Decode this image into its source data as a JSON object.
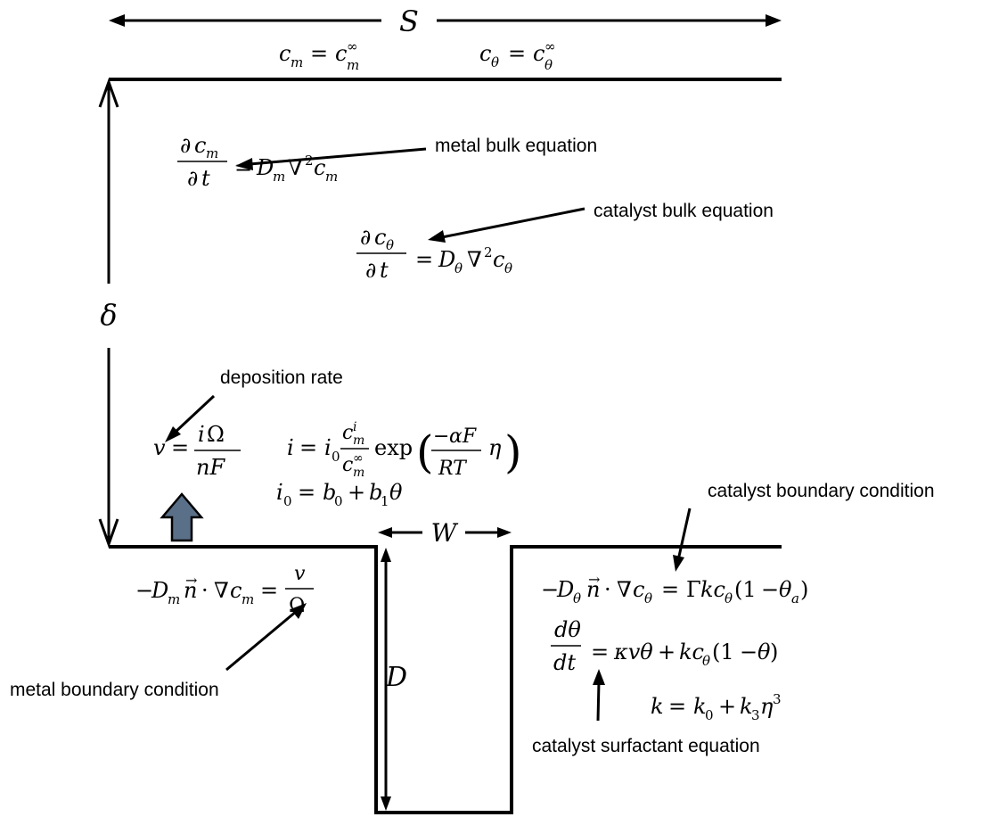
{
  "dimensions": {
    "S": "S",
    "delta": "δ",
    "W": "W",
    "D": "D"
  },
  "boundary_top": {
    "cm": "c_m = c_m^∞",
    "ctheta": "c_θ = c_θ^∞"
  },
  "labels": {
    "metal_bulk": "metal bulk equation",
    "catalyst_bulk": "catalyst bulk equation",
    "deposition_rate": "deposition rate",
    "catalyst_boundary": "catalyst boundary condition",
    "metal_boundary": "metal boundary condition",
    "catalyst_surfactant": "catalyst surfactant equation"
  },
  "equations": {
    "metal_bulk": "∂c_m/∂t = D_m ∇²c_m",
    "catalyst_bulk": "∂c_θ/∂t = D_θ ∇²c_θ",
    "velocity": "v = iΩ/(nF)",
    "current": "i = i_0 (c_m^i / c_m^∞) exp((−αF/RT) η)",
    "i0": "i_0 = b_0 + b_1 θ",
    "metal_bc": "−D_m n⃗ · ∇c_m = v/Ω",
    "catalyst_bc": "−D_θ n⃗ · ∇c_θ = Γkc_θ(1 − θ_a)",
    "surfactant": "dθ/dt = κvθ + kc_θ(1 − θ)",
    "k": "k = k_0 + k_3 η³"
  },
  "colors": {
    "deposition_arrow": "#5a6f88"
  }
}
